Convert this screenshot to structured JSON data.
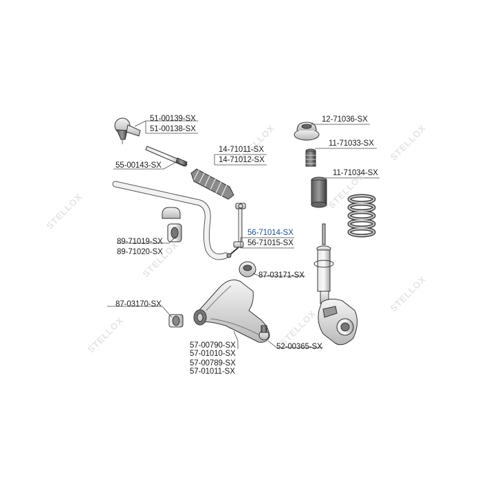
{
  "watermark": "STELLOX",
  "labels": {
    "l1": "51-00139-SX",
    "l2": "51-00138-SX",
    "l3": "55-00143-SX",
    "l4": "14-71011-SX",
    "l5": "14-71012-SX",
    "l6": "12-71036-SX",
    "l7": "11-71033-SX",
    "l8": "11-71034-SX",
    "l9": "56-71014-SX",
    "l10": "56-71015-SX",
    "l11": "89-71019-SX",
    "l12": "89-71020-SX",
    "l13": "87-03171-SX",
    "l14": "87-03170-SX",
    "l15": "57-00790-SX",
    "l16": "57-01010-SX",
    "l17": "57-00789-SX",
    "l18": "57-01011-SX",
    "l19": "52-00365-SX"
  },
  "colors": {
    "highlight": "#1f4f96",
    "watermark": "#e4e4e4",
    "line": "#333333"
  }
}
